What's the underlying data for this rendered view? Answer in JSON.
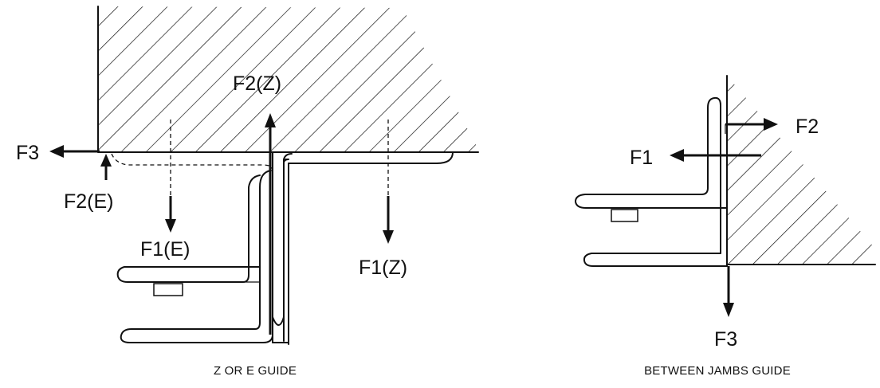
{
  "left_figure": {
    "caption": "Z OR E GUIDE",
    "labels": {
      "f3": "F3",
      "f2_e": "F2(E)",
      "f1_e": "F1(E)",
      "f2_z": "F2(Z)",
      "f1_z": "F1(Z)"
    }
  },
  "right_figure": {
    "caption": "BETWEEN JAMBS GUIDE",
    "labels": {
      "f1": "F1",
      "f2": "F2",
      "f3": "F3"
    }
  },
  "colors": {
    "ink": "#111111",
    "background": "#ffffff"
  }
}
